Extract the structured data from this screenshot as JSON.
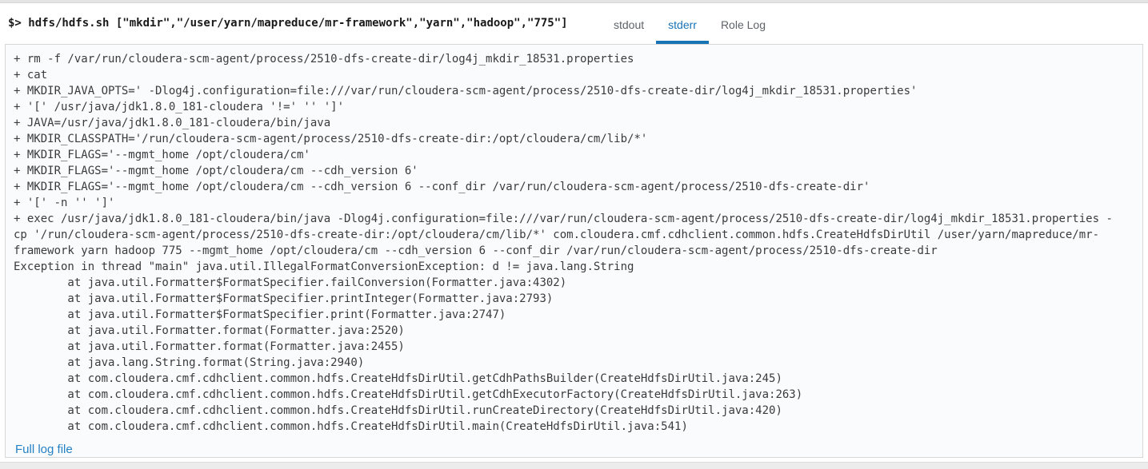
{
  "header": {
    "command": "$> hdfs/hdfs.sh [\"mkdir\",\"/user/yarn/mapreduce/mr-framework\",\"yarn\",\"hadoop\",\"775\"]",
    "tabs": [
      {
        "label": "stdout",
        "active": false
      },
      {
        "label": "stderr",
        "active": true
      },
      {
        "label": "Role Log",
        "active": false
      }
    ]
  },
  "log": {
    "lines": [
      "+ rm -f /var/run/cloudera-scm-agent/process/2510-dfs-create-dir/log4j_mkdir_18531.properties",
      "+ cat",
      "+ MKDIR_JAVA_OPTS=' -Dlog4j.configuration=file:///var/run/cloudera-scm-agent/process/2510-dfs-create-dir/log4j_mkdir_18531.properties'",
      "+ '[' /usr/java/jdk1.8.0_181-cloudera '!=' '' ']'",
      "+ JAVA=/usr/java/jdk1.8.0_181-cloudera/bin/java",
      "+ MKDIR_CLASSPATH='/run/cloudera-scm-agent/process/2510-dfs-create-dir:/opt/cloudera/cm/lib/*'",
      "+ MKDIR_FLAGS='--mgmt_home /opt/cloudera/cm'",
      "+ MKDIR_FLAGS='--mgmt_home /opt/cloudera/cm --cdh_version 6'",
      "+ MKDIR_FLAGS='--mgmt_home /opt/cloudera/cm --cdh_version 6 --conf_dir /var/run/cloudera-scm-agent/process/2510-dfs-create-dir'",
      "+ '[' -n '' ']'",
      "+ exec /usr/java/jdk1.8.0_181-cloudera/bin/java -Dlog4j.configuration=file:///var/run/cloudera-scm-agent/process/2510-dfs-create-dir/log4j_mkdir_18531.properties -",
      "cp '/run/cloudera-scm-agent/process/2510-dfs-create-dir:/opt/cloudera/cm/lib/*' com.cloudera.cmf.cdhclient.common.hdfs.CreateHdfsDirUtil /user/yarn/mapreduce/mr-",
      "framework yarn hadoop 775 --mgmt_home /opt/cloudera/cm --cdh_version 6 --conf_dir /var/run/cloudera-scm-agent/process/2510-dfs-create-dir",
      "Exception in thread \"main\" java.util.IllegalFormatConversionException: d != java.lang.String",
      "        at java.util.Formatter$FormatSpecifier.failConversion(Formatter.java:4302)",
      "        at java.util.Formatter$FormatSpecifier.printInteger(Formatter.java:2793)",
      "        at java.util.Formatter$FormatSpecifier.print(Formatter.java:2747)",
      "        at java.util.Formatter.format(Formatter.java:2520)",
      "        at java.util.Formatter.format(Formatter.java:2455)",
      "        at java.lang.String.format(String.java:2940)",
      "        at com.cloudera.cmf.cdhclient.common.hdfs.CreateHdfsDirUtil.getCdhPathsBuilder(CreateHdfsDirUtil.java:245)",
      "        at com.cloudera.cmf.cdhclient.common.hdfs.CreateHdfsDirUtil.getCdhExecutorFactory(CreateHdfsDirUtil.java:263)",
      "        at com.cloudera.cmf.cdhclient.common.hdfs.CreateHdfsDirUtil.runCreateDirectory(CreateHdfsDirUtil.java:420)",
      "        at com.cloudera.cmf.cdhclient.common.hdfs.CreateHdfsDirUtil.main(CreateHdfsDirUtil.java:541)"
    ],
    "full_log_link": "Full log file"
  },
  "colors": {
    "tab_active": "#1873b4",
    "tab_inactive": "#5f6368",
    "link": "#2481c4",
    "log_text": "#3b3b3b",
    "log_bg": "#fafbfc",
    "panel_border": "#d6d6d6"
  }
}
